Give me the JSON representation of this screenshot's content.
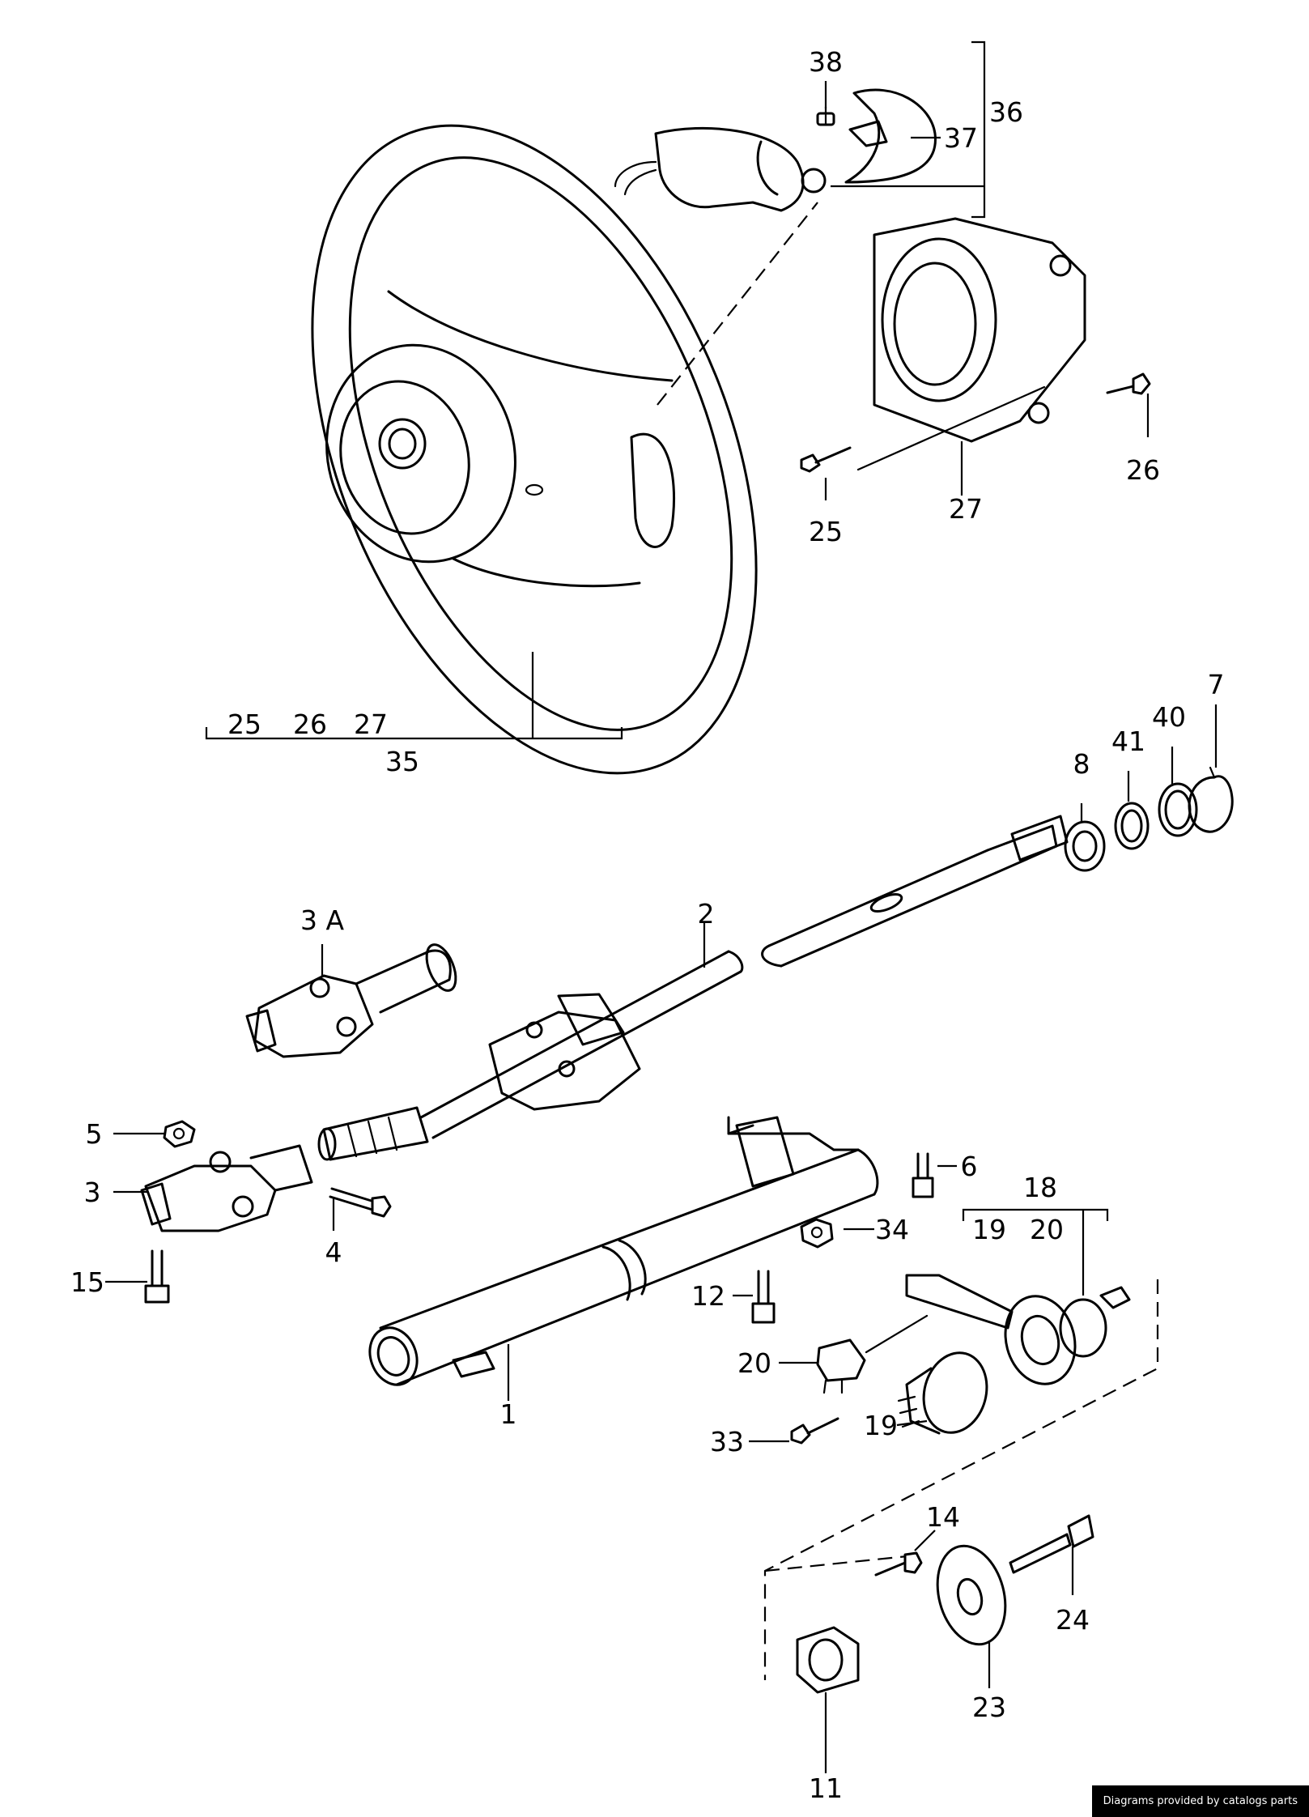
{
  "diagram": {
    "labels": {
      "l38": "38",
      "l36": "36",
      "l37": "37",
      "l26": "26",
      "l25": "25",
      "l27": "27",
      "g25": "25",
      "g26": "26",
      "g27": "27",
      "l35": "35",
      "l8": "8",
      "l41": "41",
      "l40": "40",
      "l7": "7",
      "l3a": "3 A",
      "l2": "2",
      "l5": "5",
      "l3": "3",
      "l4": "4",
      "l15": "15",
      "l6": "6",
      "l18": "18",
      "l19": "19",
      "l20a": "20",
      "l34": "34",
      "l12": "12",
      "l20b": "20",
      "l1": "1",
      "l33": "33",
      "l19b": "19",
      "l14": "14",
      "l24": "24",
      "l23": "23",
      "l11": "11"
    }
  },
  "footer": {
    "credit": "Diagrams provided by catalogs parts"
  }
}
